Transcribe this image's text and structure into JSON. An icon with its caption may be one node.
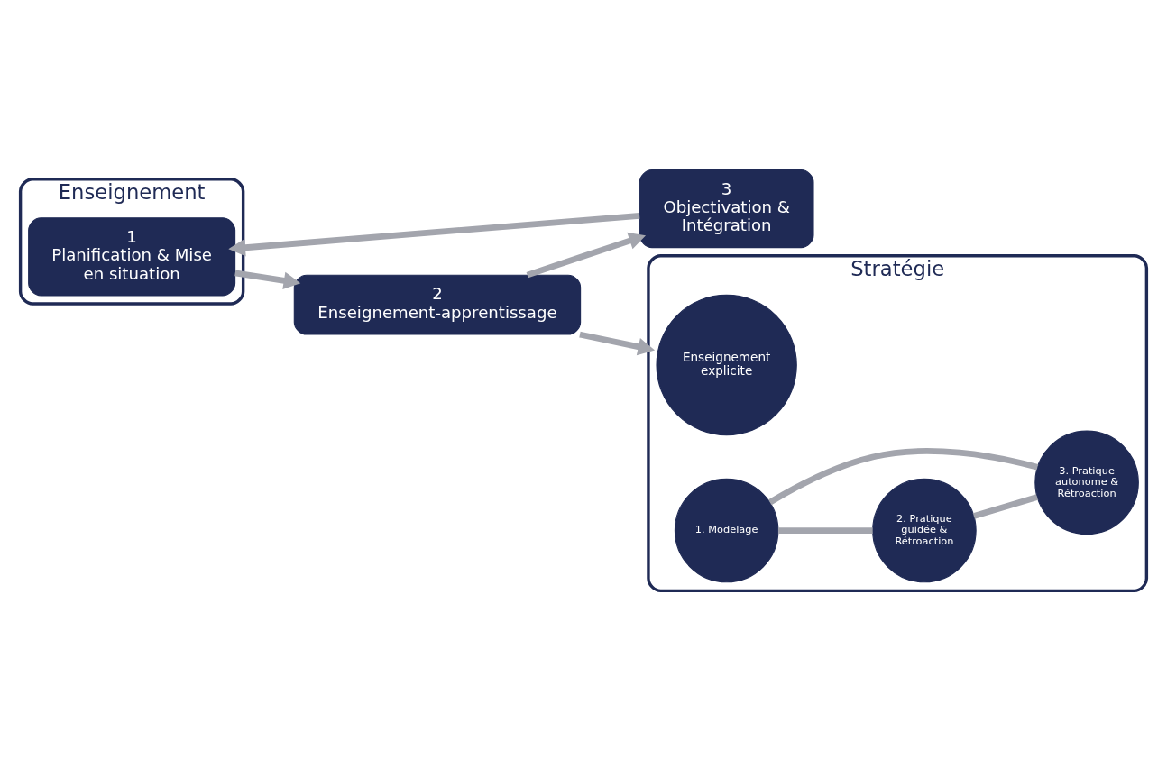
{
  "diagram": {
    "nodes": [
      {
        "text": [
          "Enseignement"
        ]
      },
      {
        "text": [
          "1",
          "Planification & Mise en situation"
        ],
        "in": 0
      },
      {
        "text": [
          "2",
          "Enseignement-apprentissage"
        ]
      },
      {
        "text": [
          "3",
          "Objectivation & Intégration"
        ]
      },
      {
        "text": [
          "Stratégie"
        ]
      },
      {
        "text": [
          "Enseignement explicite"
        ],
        "in": 4
      },
      {
        "text": [
          "1. Modelage"
        ],
        "in": 4
      },
      {
        "text": [
          "2. Pratique guidée & Rétroaction"
        ],
        "in": 4
      },
      {
        "text": [
          "3. Pratique autonome & Rétroaction"
        ],
        "in": 4
      }
    ],
    "edges": [
      {
        "from": 3,
        "to": 1,
        "arrow": "to"
      },
      {
        "from": 1,
        "to": 2,
        "arrow": "to"
      },
      {
        "from": 2,
        "to": 3,
        "arrow": "to"
      },
      {
        "from": 2,
        "to": 4,
        "arrow": "to"
      },
      {
        "from": 6,
        "to": 7,
        "arrow": "none"
      },
      {
        "from": 7,
        "to": 8,
        "arrow": "none"
      },
      {
        "from": 8,
        "to": 6,
        "arrow": "none"
      }
    ]
  }
}
